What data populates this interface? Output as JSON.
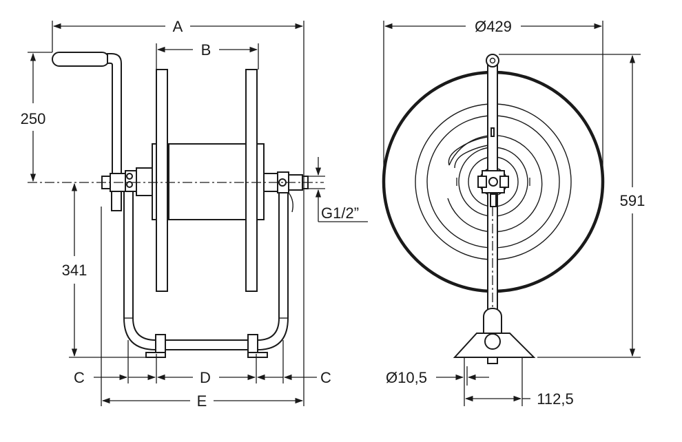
{
  "labels": {
    "A": "A",
    "B": "B",
    "C_left": "C",
    "C_right": "C",
    "D": "D",
    "E": "E",
    "handle_height": "250",
    "axle_height": "341",
    "thread": "G1/2”",
    "diameter_drum": "Ø429",
    "total_height": "591",
    "hole_diameter": "Ø10,5",
    "base_width": "112,5"
  },
  "colors": {
    "line": "#1a1a1a",
    "background": "#ffffff"
  }
}
